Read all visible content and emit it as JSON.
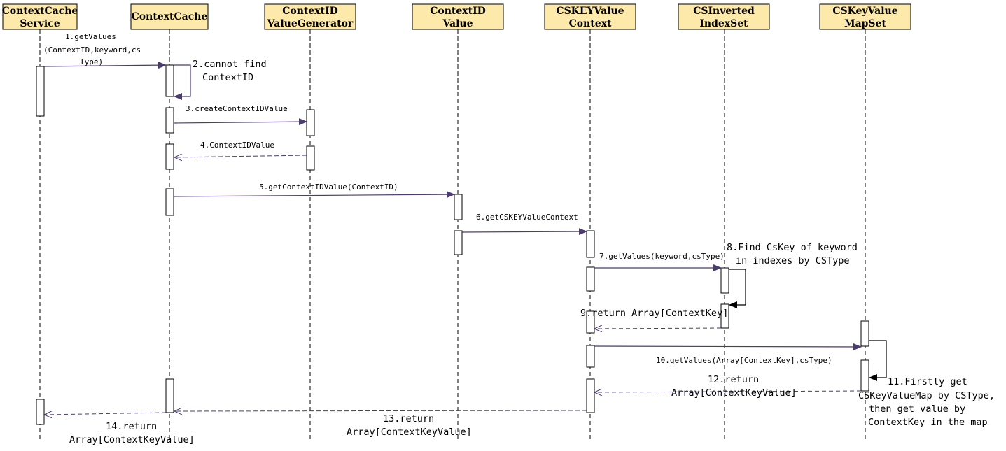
{
  "colors": {
    "header_fill": "#fde9a9",
    "line": "#000000",
    "arrow": "#4b3b6e"
  },
  "participants": [
    {
      "id": "service",
      "line1": "ContextCache",
      "line2": "Service"
    },
    {
      "id": "cache",
      "line1": "ContextCache",
      "line2": ""
    },
    {
      "id": "generator",
      "line1": "ContextID",
      "line2": "ValueGenerator"
    },
    {
      "id": "idvalue",
      "line1": "ContextID",
      "line2": "Value"
    },
    {
      "id": "kvcontext",
      "line1": "CSKEYValue",
      "line2": "Context"
    },
    {
      "id": "inverted",
      "line1": "CSInverted",
      "line2": "IndexSet"
    },
    {
      "id": "mapset",
      "line1": "CSKeyValue",
      "line2": "MapSet"
    }
  ],
  "messages": [
    {
      "id": "m1",
      "kind": "call",
      "from": "service",
      "to": "cache",
      "lines": [
        "1.getValues",
        "(ContextID,keyword,cs",
        "Type)"
      ]
    },
    {
      "id": "m2",
      "kind": "self",
      "on": "cache",
      "lines": [
        "2.cannot find",
        "ContextID"
      ]
    },
    {
      "id": "m3",
      "kind": "call",
      "from": "cache",
      "to": "generator",
      "lines": [
        "3.createContextIDValue"
      ]
    },
    {
      "id": "m4",
      "kind": "return",
      "from": "generator",
      "to": "cache",
      "lines": [
        "4.ContextIDValue"
      ]
    },
    {
      "id": "m5",
      "kind": "call",
      "from": "cache",
      "to": "idvalue",
      "lines": [
        "5.getContextIDValue(ContextID)"
      ]
    },
    {
      "id": "m6",
      "kind": "call",
      "from": "idvalue",
      "to": "kvcontext",
      "lines": [
        "6.getCSKEYValueContext"
      ]
    },
    {
      "id": "m7",
      "kind": "call",
      "from": "kvcontext",
      "to": "inverted",
      "lines": [
        "7.getValues(keyword,csType)"
      ]
    },
    {
      "id": "m8",
      "kind": "self",
      "on": "inverted",
      "lines": [
        "8.Find CsKey of keyword",
        "in indexes by CSType"
      ]
    },
    {
      "id": "m9",
      "kind": "return",
      "from": "inverted",
      "to": "kvcontext",
      "lines": [
        "9.return Array[ContextKey]"
      ]
    },
    {
      "id": "m10",
      "kind": "call",
      "from": "kvcontext",
      "to": "mapset",
      "lines": [
        "10.getValues(Array[ContextKey],csType)"
      ]
    },
    {
      "id": "m11",
      "kind": "self",
      "on": "mapset",
      "lines": [
        "11.Firstly get",
        "CSKeyValueMap by CSType,",
        "then get value by",
        "ContextKey in the map"
      ]
    },
    {
      "id": "m12",
      "kind": "return",
      "from": "mapset",
      "to": "kvcontext",
      "lines": [
        "12.return",
        "Array[ContextKeyValue]"
      ]
    },
    {
      "id": "m13",
      "kind": "return",
      "from": "kvcontext",
      "to": "cache",
      "lines": [
        "13.return",
        "Array[ContextKeyValue]"
      ]
    },
    {
      "id": "m14",
      "kind": "return",
      "from": "cache",
      "to": "service",
      "lines": [
        "14.return",
        "Array[ContextKeyValue]"
      ]
    }
  ]
}
